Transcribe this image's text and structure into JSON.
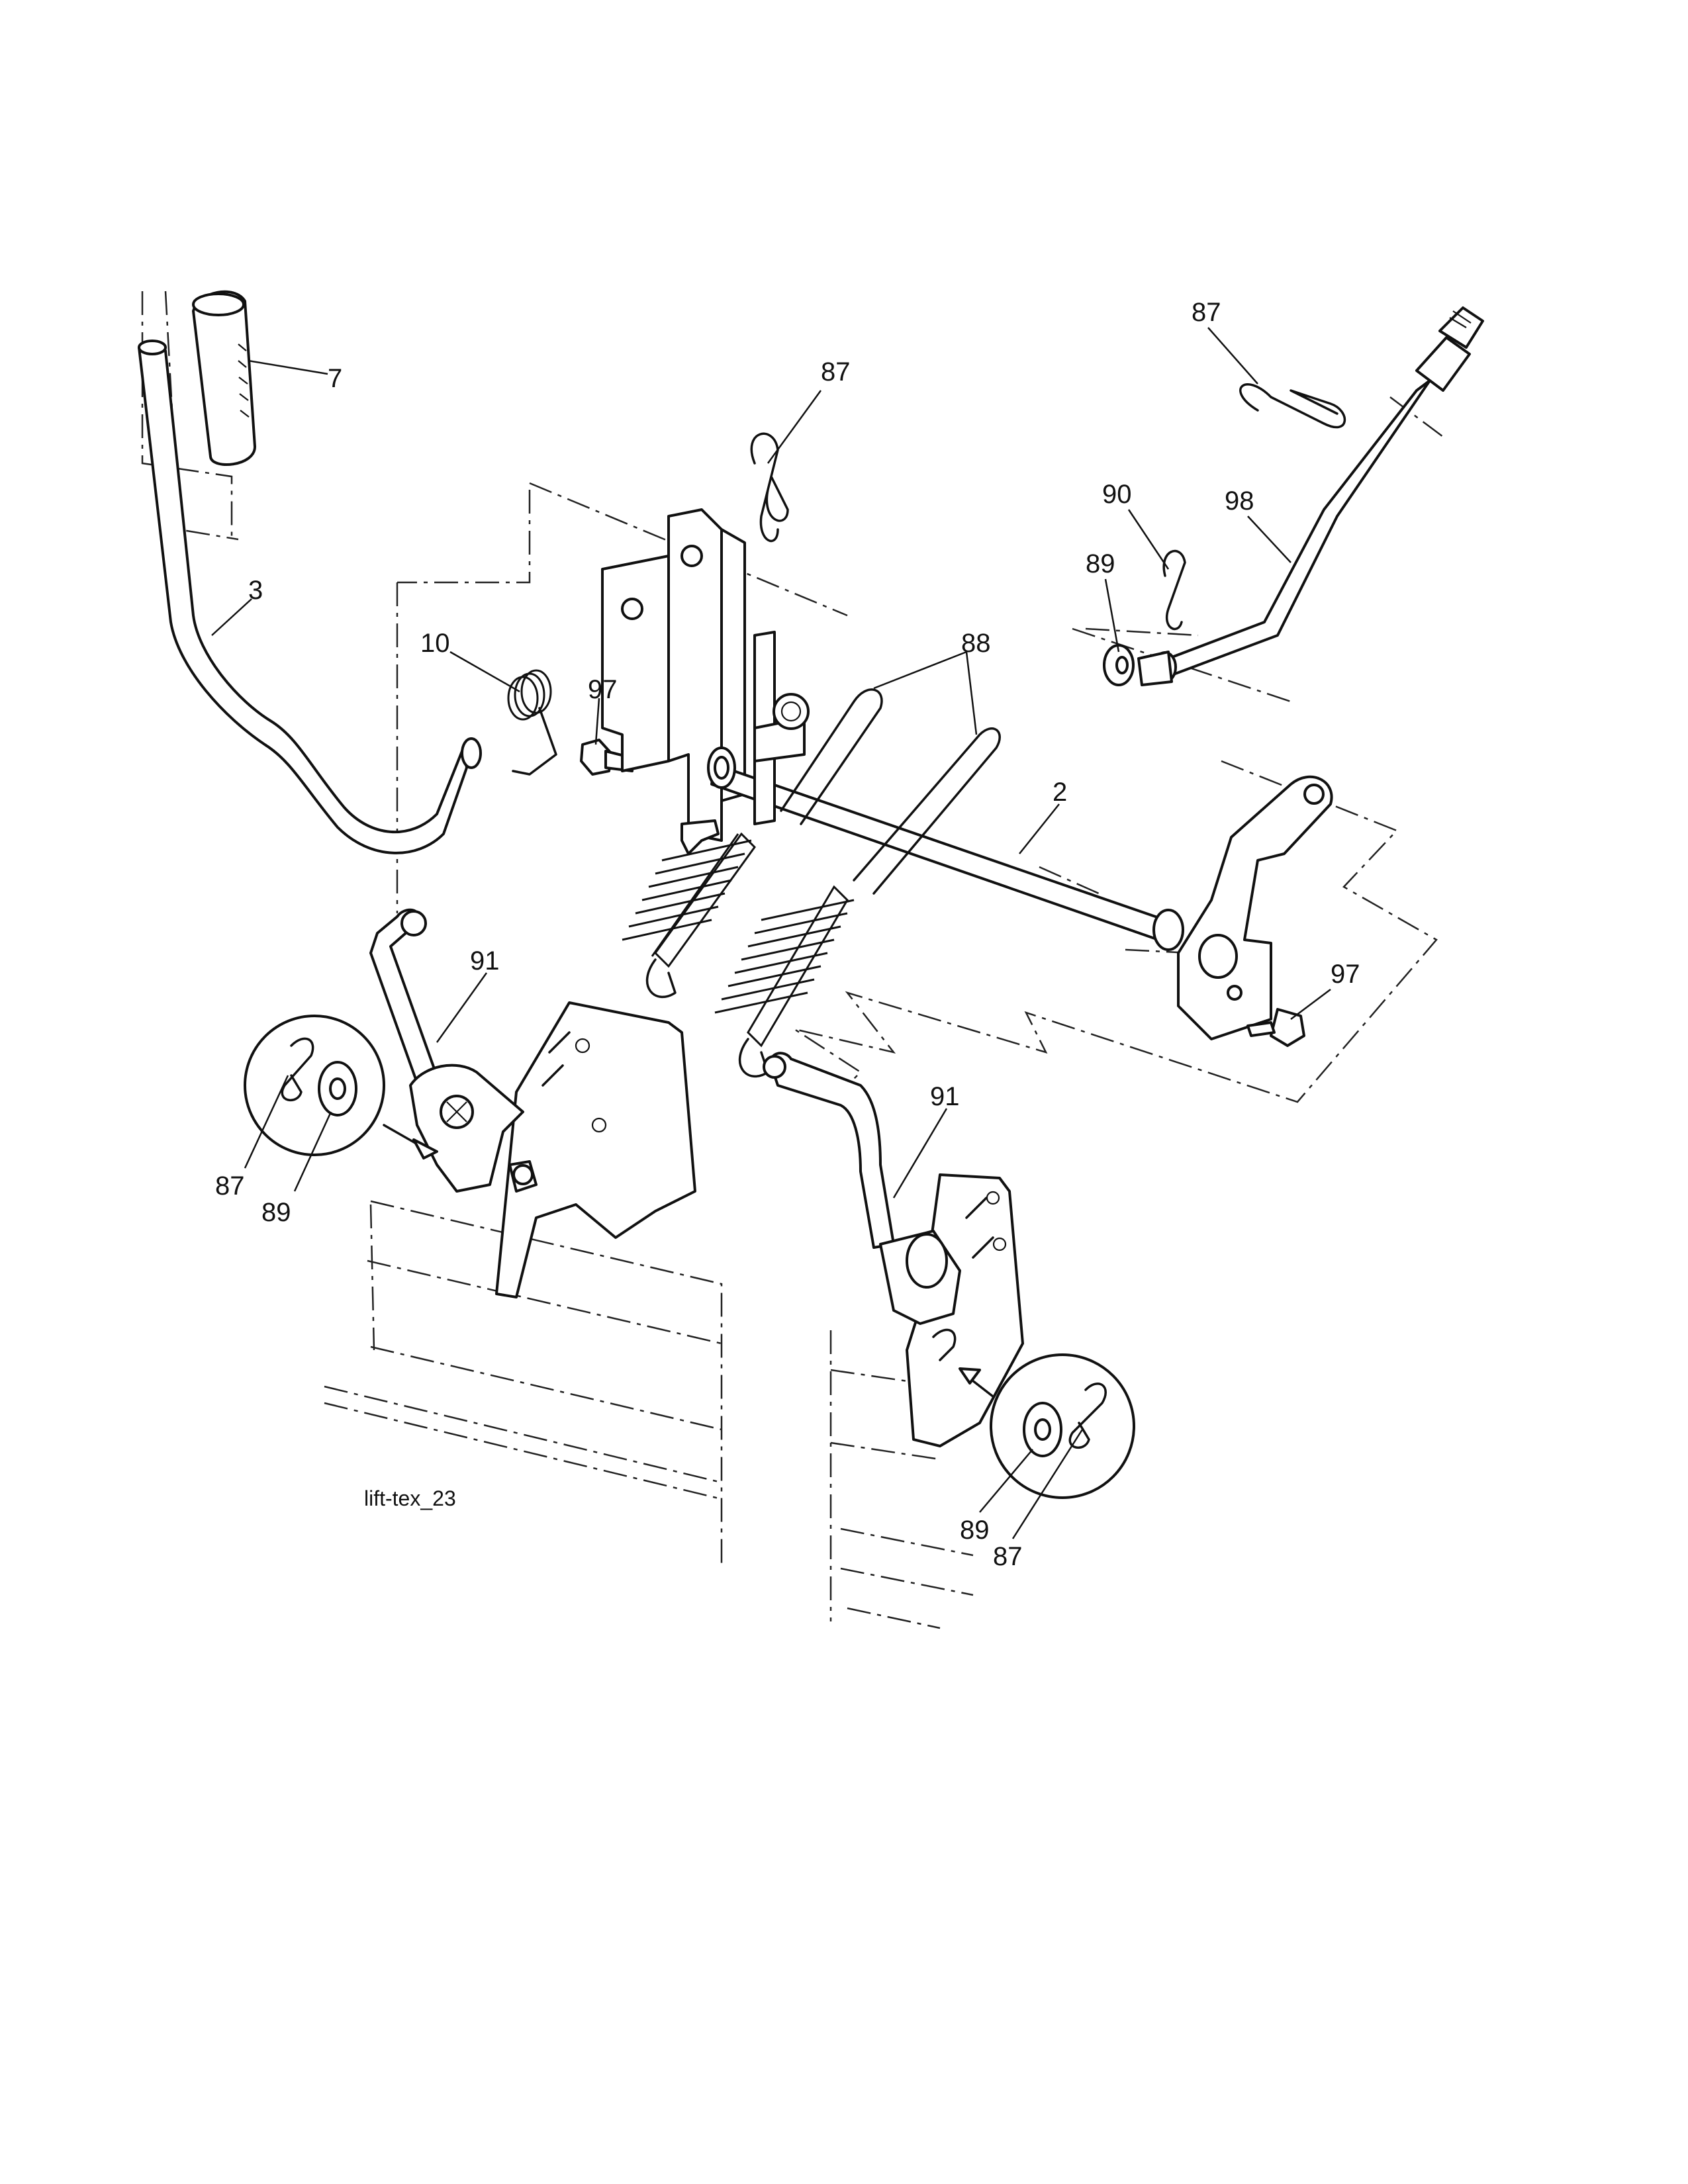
{
  "callouts": [
    {
      "label": "7"
    },
    {
      "label": "3"
    },
    {
      "label": "10"
    },
    {
      "label": "97"
    },
    {
      "label": "87"
    },
    {
      "label": "88"
    },
    {
      "label": "2"
    },
    {
      "label": "87"
    },
    {
      "label": "90"
    },
    {
      "label": "98"
    },
    {
      "label": "89"
    },
    {
      "label": "97"
    },
    {
      "label": "91"
    },
    {
      "label": "87"
    },
    {
      "label": "89"
    },
    {
      "label": "91"
    },
    {
      "label": "89"
    },
    {
      "label": "87"
    }
  ],
  "caption": "lift-tex_23"
}
